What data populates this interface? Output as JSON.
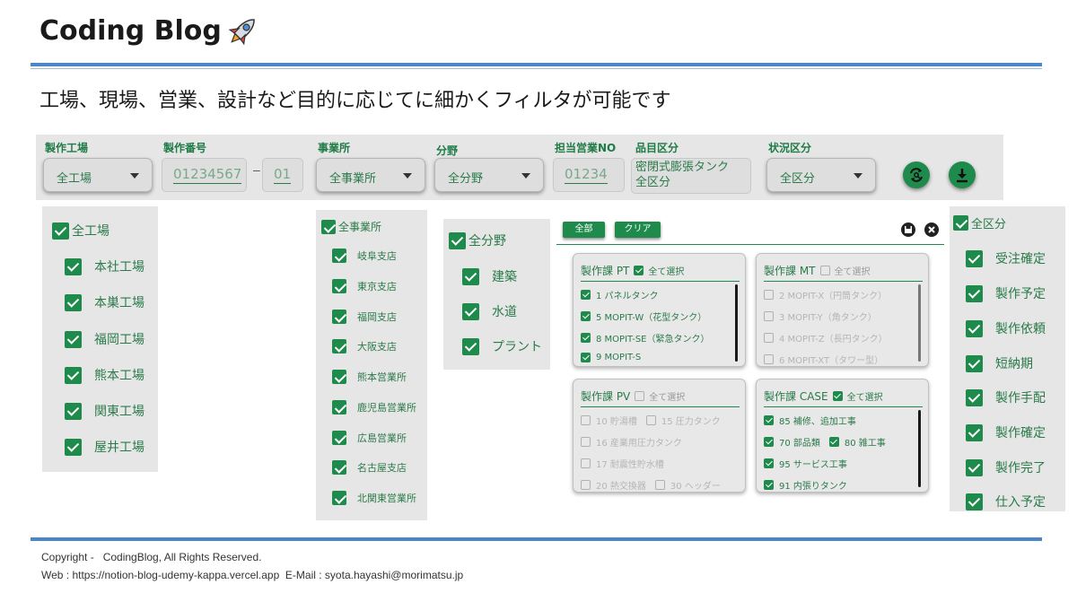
{
  "header": {
    "title": "Coding Blog"
  },
  "subtitle": "工場、現場、営業、設計など目的に応じてに細かくフィルタが可能です",
  "filters": {
    "factory_label": "製作工場",
    "factory_value": "全工場",
    "prod_no_label": "製作番号",
    "prod_no_value": "01234567",
    "prod_no_dash": "–",
    "prod_no_suffix": "01",
    "office_label": "事業所",
    "office_value": "全事業所",
    "field_label": "分野",
    "field_value": "全分野",
    "sales_label": "担当営業NO",
    "sales_value": "01234",
    "item_label": "品目区分",
    "item_value_line1": "密閉式膨張タンク",
    "item_value_line2": "全区分",
    "status_label": "状況区分",
    "status_value": "全区分",
    "refresh_icon": "refresh-search-icon",
    "download_icon": "download-icon"
  },
  "factory_panel": {
    "all": "全工場",
    "items": [
      "本社工場",
      "本巣工場",
      "福岡工場",
      "熊本工場",
      "関東工場",
      "屋井工場"
    ]
  },
  "office_panel": {
    "all": "全事業所",
    "items": [
      "岐阜支店",
      "東京支店",
      "福岡支店",
      "大阪支店",
      "熊本営業所",
      "鹿児島営業所",
      "広島営業所",
      "名古屋支店",
      "北関東営業所"
    ]
  },
  "field_panel": {
    "all": "全分野",
    "items": [
      "建築",
      "水道",
      "プラント"
    ]
  },
  "item_panel": {
    "all_button": "全部",
    "clear_button": "クリア",
    "groups": [
      {
        "title": "製作課 PT",
        "checked": true,
        "select_all": "全て選択",
        "rows": [
          [
            "1 パネルタンク"
          ],
          [
            "5 MOPIT-W（花型タンク）"
          ],
          [
            "8 MOPIT-SE（緊急タンク）"
          ],
          [
            "9 MOPIT-S"
          ]
        ]
      },
      {
        "title": "製作課 MT",
        "checked": false,
        "select_all": "全て選択",
        "rows": [
          [
            "2 MOPIT-X（円筒タンク）"
          ],
          [
            "3 MOPIT-Y（角タンク）"
          ],
          [
            "4 MOPIT-Z（長円タンク）"
          ],
          [
            "6 MOPIT-XT（タワー型）"
          ]
        ]
      },
      {
        "title": "製作課 PV",
        "checked": false,
        "select_all": "全て選択",
        "rows": [
          [
            "10 貯湯槽",
            "15 圧力タンク"
          ],
          [
            "16 産業用圧力タンク"
          ],
          [
            "17 耐震性貯水槽"
          ],
          [
            "20 熱交換器",
            "30 ヘッダー"
          ]
        ]
      },
      {
        "title": "製作課 CASE",
        "checked": true,
        "select_all": "全て選択",
        "rows": [
          [
            "85 補修、追加工事"
          ],
          [
            "70 部品類",
            "80 雑工事"
          ],
          [
            "95 サービス工事"
          ],
          [
            "91 内張りタンク"
          ]
        ]
      }
    ]
  },
  "status_panel": {
    "all": "全区分",
    "items": [
      "受注確定",
      "製作予定",
      "製作依頼",
      "短納期",
      "製作手配",
      "製作確定",
      "製作完了",
      "仕入予定"
    ]
  },
  "footer": {
    "copyright": "Copyright -   CodingBlog, All Rights Reserved.",
    "web": "Web : https://notion-blog-udemy-kappa.vercel.app  E-Mail : syota.hayashi@morimatsu.jp"
  },
  "colors": {
    "accent": "#1e8a4b",
    "rule": "#4a86c8",
    "panel": "#e6e6e6"
  }
}
